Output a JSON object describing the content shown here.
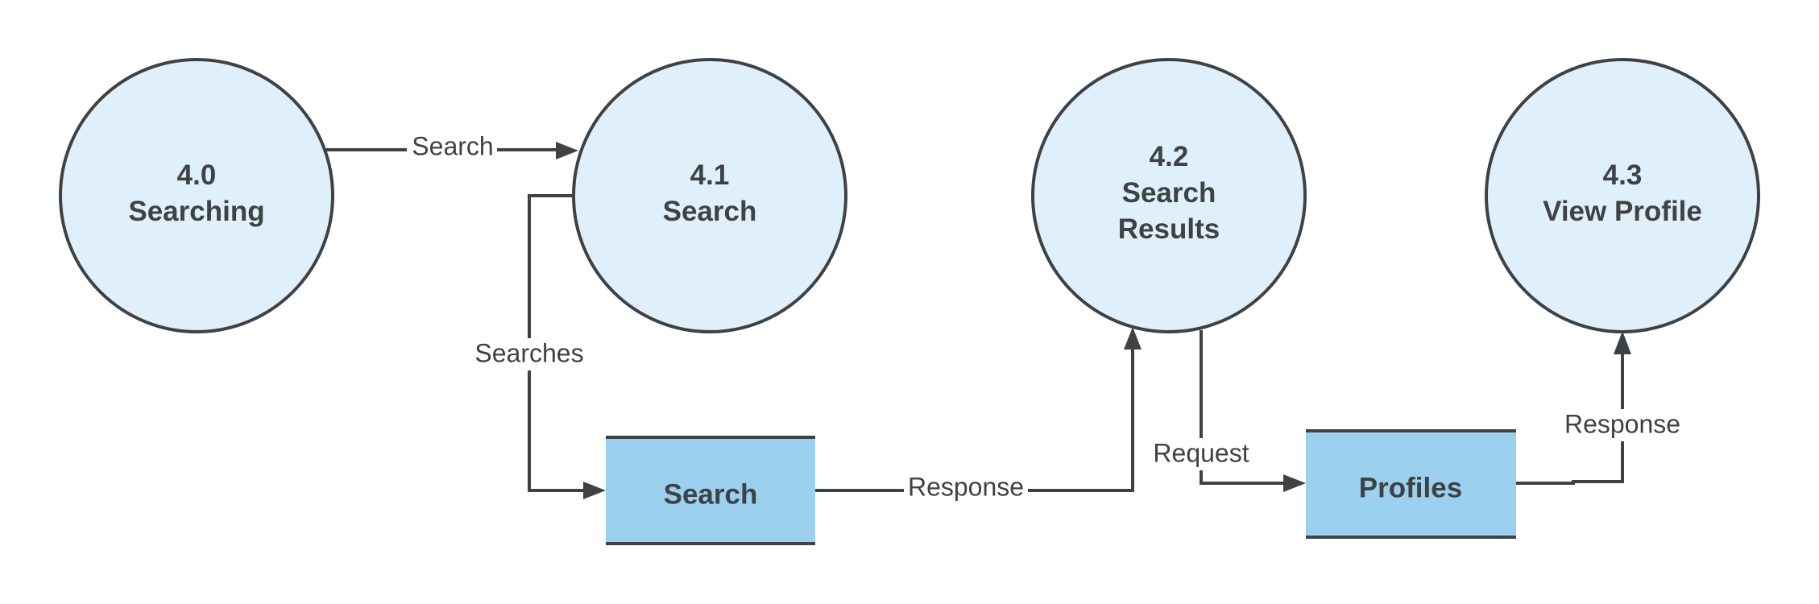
{
  "processes": [
    {
      "id": "4.0",
      "name": "Searching"
    },
    {
      "id": "4.1",
      "name": "Search"
    },
    {
      "id": "4.2",
      "name_line1": "Search",
      "name_line2": "Results"
    },
    {
      "id": "4.3",
      "name": "View Profile"
    }
  ],
  "data_stores": [
    {
      "name": "Search"
    },
    {
      "name": "Profiles"
    }
  ],
  "flows": [
    {
      "label": "Search",
      "from": "4.0 Searching",
      "to": "4.1 Search"
    },
    {
      "label": "Searches",
      "from": "4.1 Search",
      "to": "Search store"
    },
    {
      "label": "Response",
      "from": "Search store",
      "to": "4.2 Search Results"
    },
    {
      "label": "Request",
      "from": "4.2 Search Results",
      "to": "Profiles store"
    },
    {
      "label": "Response",
      "from": "Profiles store",
      "to": "4.3 View Profile"
    }
  ],
  "colors": {
    "process_fill": "#dff0fa",
    "store_fill": "#9bd1ee",
    "stroke": "#3f4245",
    "text": "#3f4245"
  }
}
